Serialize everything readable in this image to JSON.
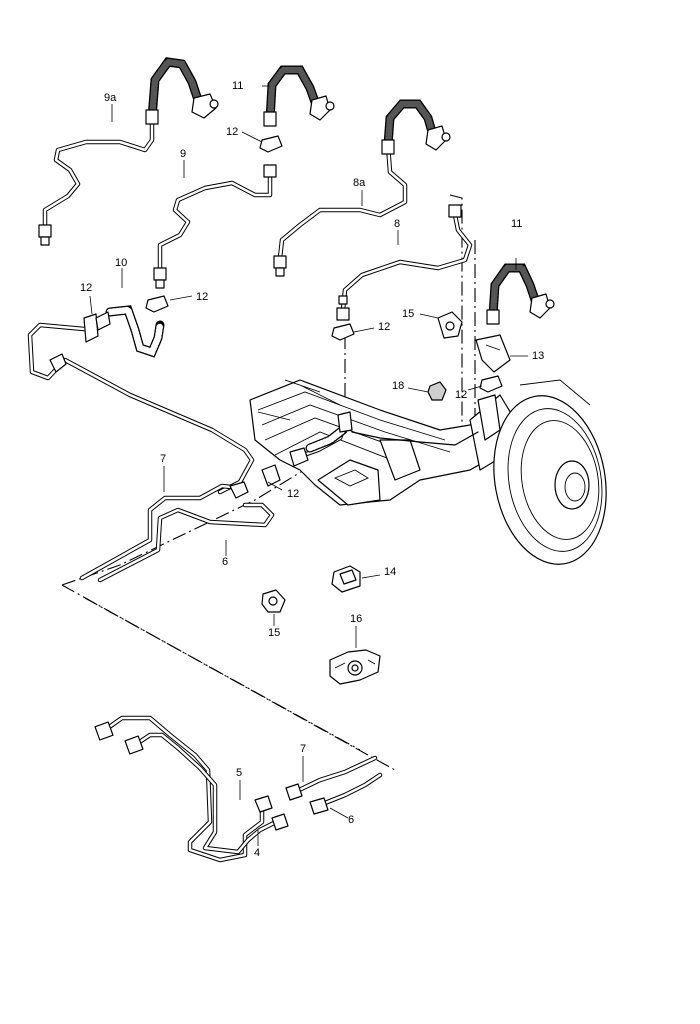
{
  "labels": {
    "l9a": "9a",
    "l11a": "11",
    "l12a": "12",
    "l9": "9",
    "l8a": "8a",
    "l8": "8",
    "l11b": "11",
    "l10": "10",
    "l12b": "12",
    "l12c": "12",
    "l15a": "15",
    "l12d": "12",
    "l13": "13",
    "l18": "18",
    "l12e": "12",
    "l7a": "7",
    "l12f": "12",
    "l6a": "6",
    "l14": "14",
    "l15b": "15",
    "l16": "16",
    "l7b": "7",
    "l5": "5",
    "l6b": "6",
    "l4": "4"
  }
}
